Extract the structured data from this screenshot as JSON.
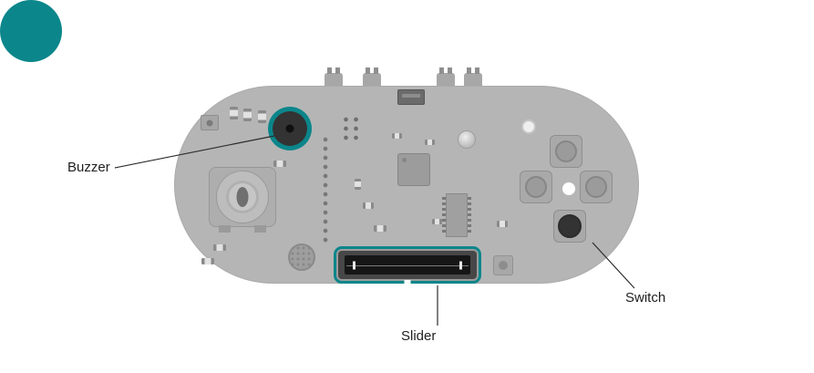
{
  "diagram": {
    "name": "board-component-callouts",
    "callouts": [
      {
        "id": "buzzer",
        "label": "Buzzer"
      },
      {
        "id": "slider",
        "label": "Slider"
      },
      {
        "id": "switch",
        "label": "Switch"
      }
    ],
    "components": [
      "buzzer",
      "joystick",
      "linear-slider",
      "tactile-switch",
      "push-buttons",
      "microphone",
      "usb-connector",
      "power-connector-tabs",
      "main-chip",
      "driver-ic",
      "status-led"
    ],
    "colors": {
      "background": "#ffffff",
      "board": "#b5b5b5",
      "accent": "#0b868b",
      "component_dark": "#333333",
      "label_text": "#1f1f1f"
    }
  }
}
